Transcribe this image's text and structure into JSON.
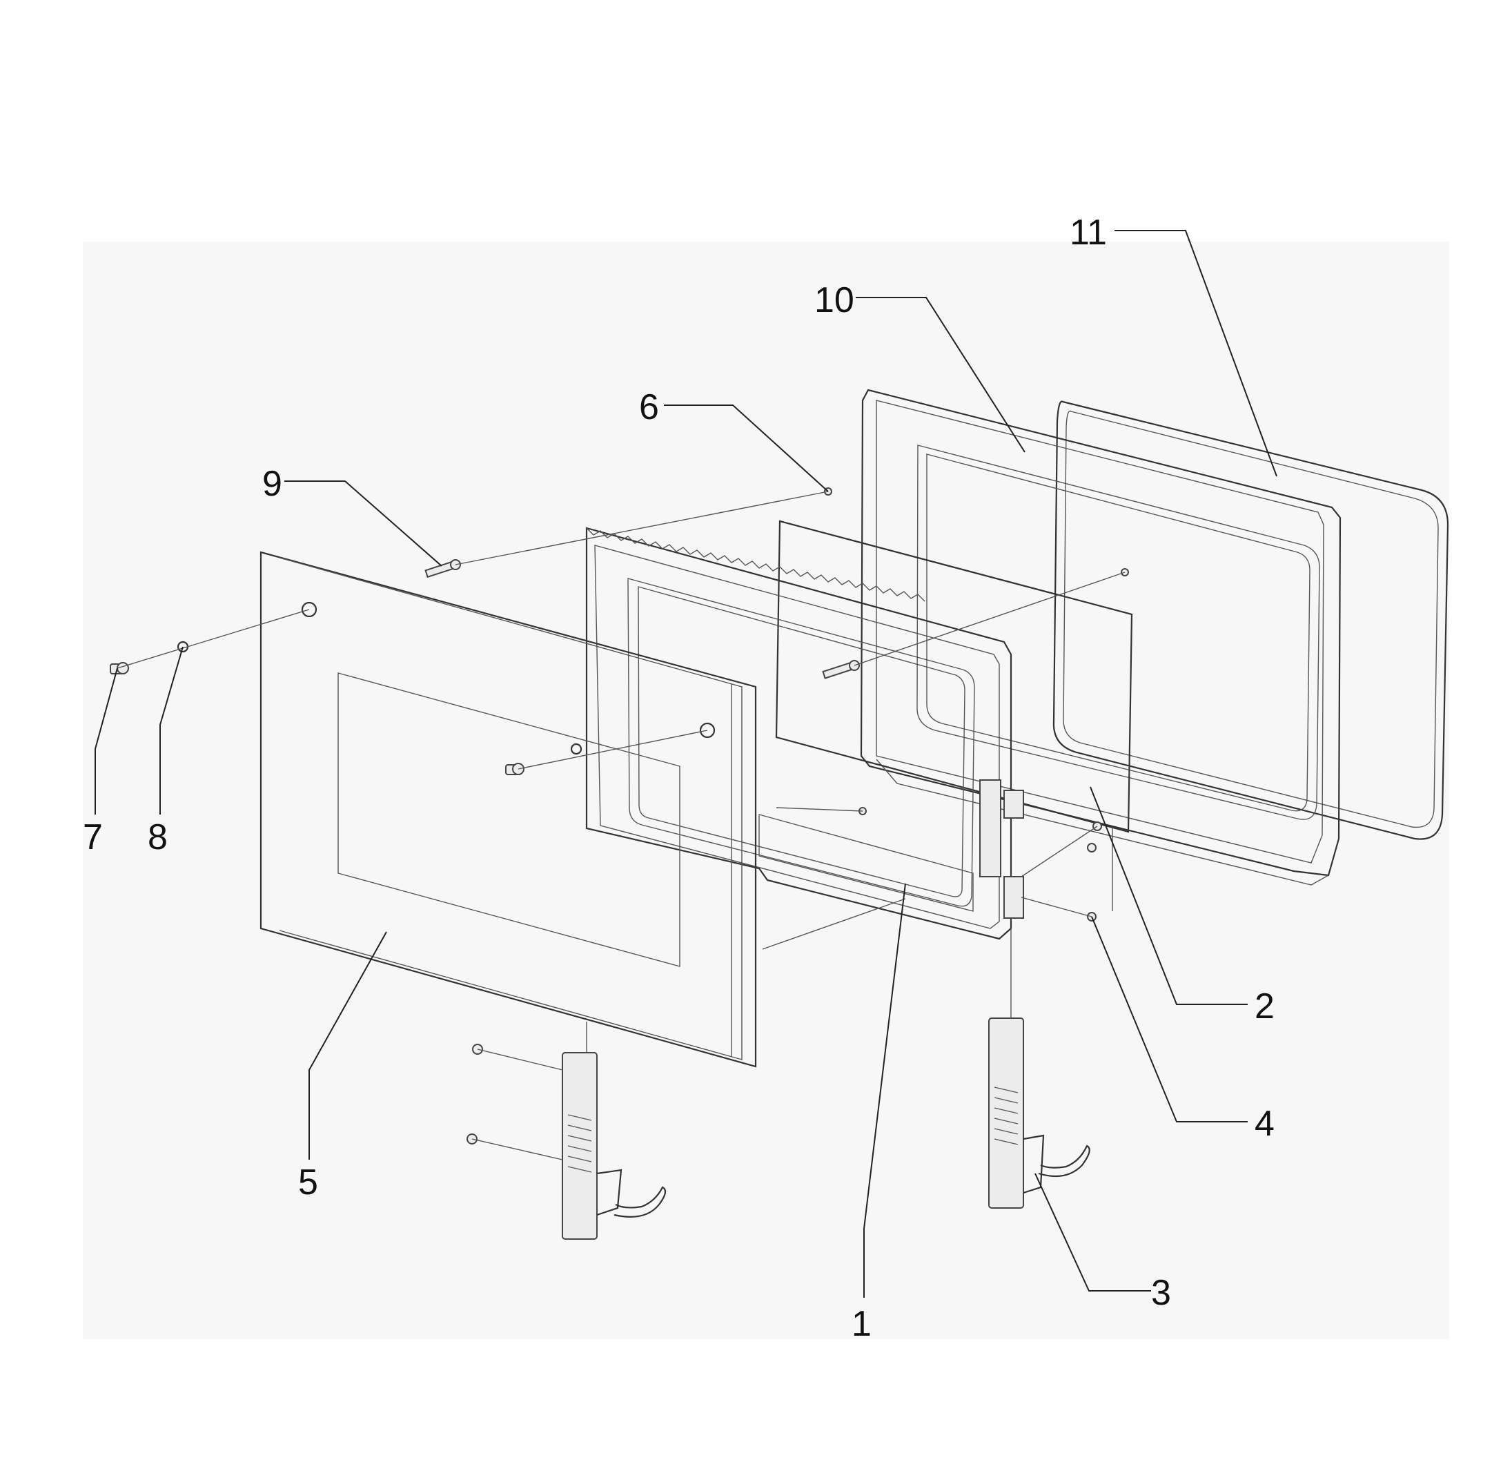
{
  "diagram": {
    "callouts": [
      {
        "id": "1",
        "label": "1"
      },
      {
        "id": "2",
        "label": "2"
      },
      {
        "id": "3",
        "label": "3"
      },
      {
        "id": "4",
        "label": "4"
      },
      {
        "id": "5",
        "label": "5"
      },
      {
        "id": "6",
        "label": "6"
      },
      {
        "id": "7",
        "label": "7"
      },
      {
        "id": "8",
        "label": "8"
      },
      {
        "id": "9",
        "label": "9"
      },
      {
        "id": "10",
        "label": "10"
      },
      {
        "id": "11",
        "label": "11"
      }
    ],
    "colors": {
      "line": "#333333",
      "background": "#ffffff",
      "panel_bg": "#f7f7f7"
    }
  }
}
